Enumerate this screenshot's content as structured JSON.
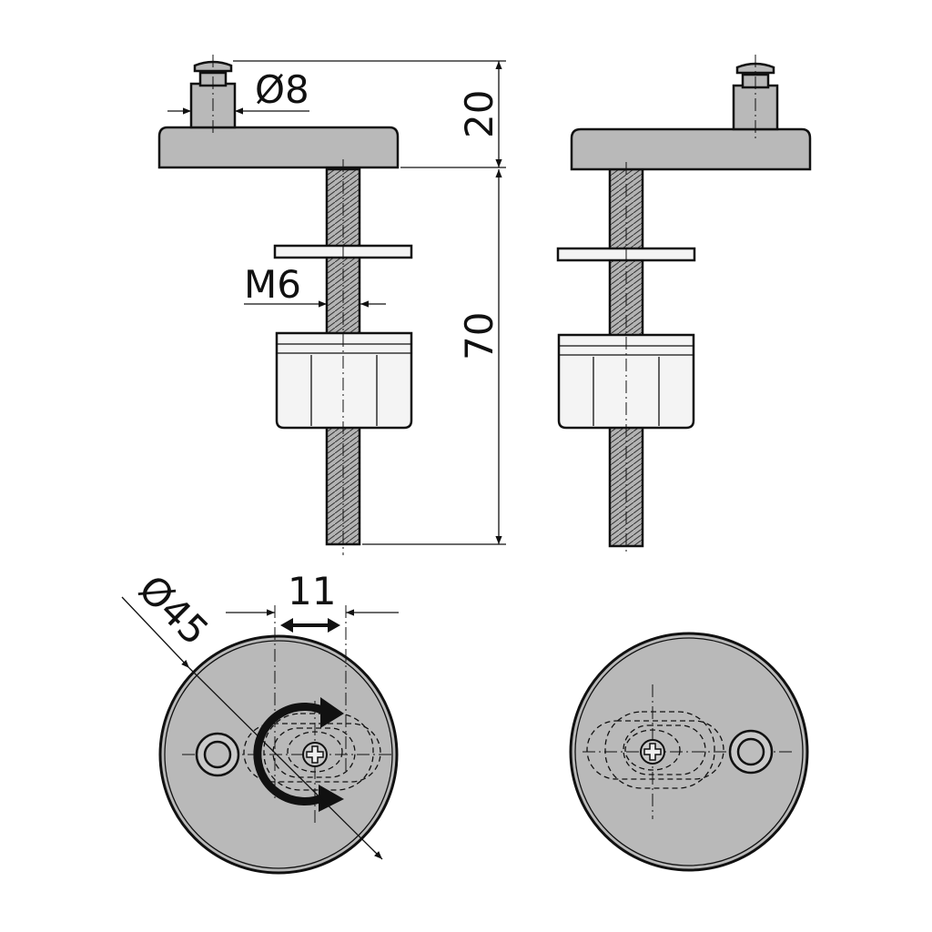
{
  "dimensions": {
    "pin_diameter": "Ø8",
    "pin_height": "20",
    "bolt_length": "70",
    "thread_size": "M6",
    "cap_diameter": "Ø45",
    "adjustment_range": "11"
  }
}
